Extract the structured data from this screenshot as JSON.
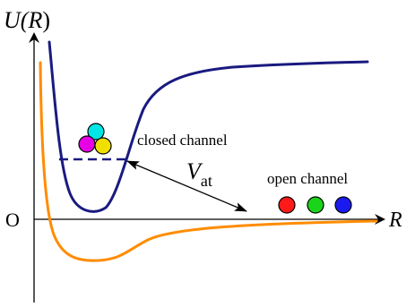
{
  "axes": {
    "y_label": "U(R)",
    "y_label_prefix": "U(",
    "y_label_var": "R",
    "y_label_suffix": ")",
    "x_label": "R",
    "origin_label": "O"
  },
  "labels": {
    "closed_channel": "closed channel",
    "open_channel": "open channel",
    "coupling_symbol": "V",
    "coupling_subscript": "at"
  },
  "colors": {
    "closed_channel_curve": "#1a1a80",
    "open_channel_curve": "#ff8c00",
    "axes": "#000000",
    "bound_level": "#1a1a80"
  },
  "closed_channel_atoms": [
    {
      "color": "#00e5e5",
      "name": "cyan"
    },
    {
      "color": "#e600e6",
      "name": "magenta"
    },
    {
      "color": "#f0e000",
      "name": "yellow"
    }
  ],
  "open_channel_atoms": [
    {
      "color": "#ff1a1a",
      "name": "red"
    },
    {
      "color": "#1ad41a",
      "name": "green"
    },
    {
      "color": "#1a1aee",
      "name": "blue"
    }
  ],
  "icons": {
    "coupling_arrow": "double-headed-arrow-icon",
    "axis_arrow": "arrowhead-icon"
  }
}
